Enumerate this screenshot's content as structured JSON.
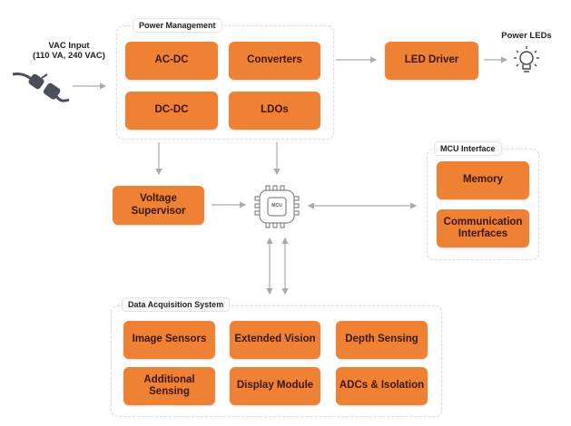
{
  "vac_input": {
    "line1": "VAC Input",
    "line2": "(110 VA, 240 VAC)",
    "icon": "power-plug-icon"
  },
  "power_management": {
    "label": "Power Management",
    "items": [
      "AC-DC",
      "Converters",
      "DC-DC",
      "LDOs"
    ]
  },
  "led_driver": "LED Driver",
  "power_leds": {
    "label": "Power LEDs",
    "icon": "light-bulb-icon"
  },
  "voltage_supervisor": {
    "line1": "Voltage",
    "line2": "Supervisor"
  },
  "mcu": {
    "label": "MCU",
    "icon": "chip-icon"
  },
  "mcu_interface": {
    "label": "MCU Interface",
    "memory": "Memory",
    "comm_line1": "Communication",
    "comm_line2": "Interfaces"
  },
  "data_acquisition": {
    "label": "Data Acquisition System",
    "items": [
      "Image Sensors",
      "Extended Vision",
      "Depth Sensing",
      "Additional Sensing",
      "Display Module",
      "ADCs & Isolation"
    ]
  },
  "colors": {
    "box": "#ef8134",
    "box_text": "#3c1608",
    "arrow": "#aaaaaa"
  }
}
